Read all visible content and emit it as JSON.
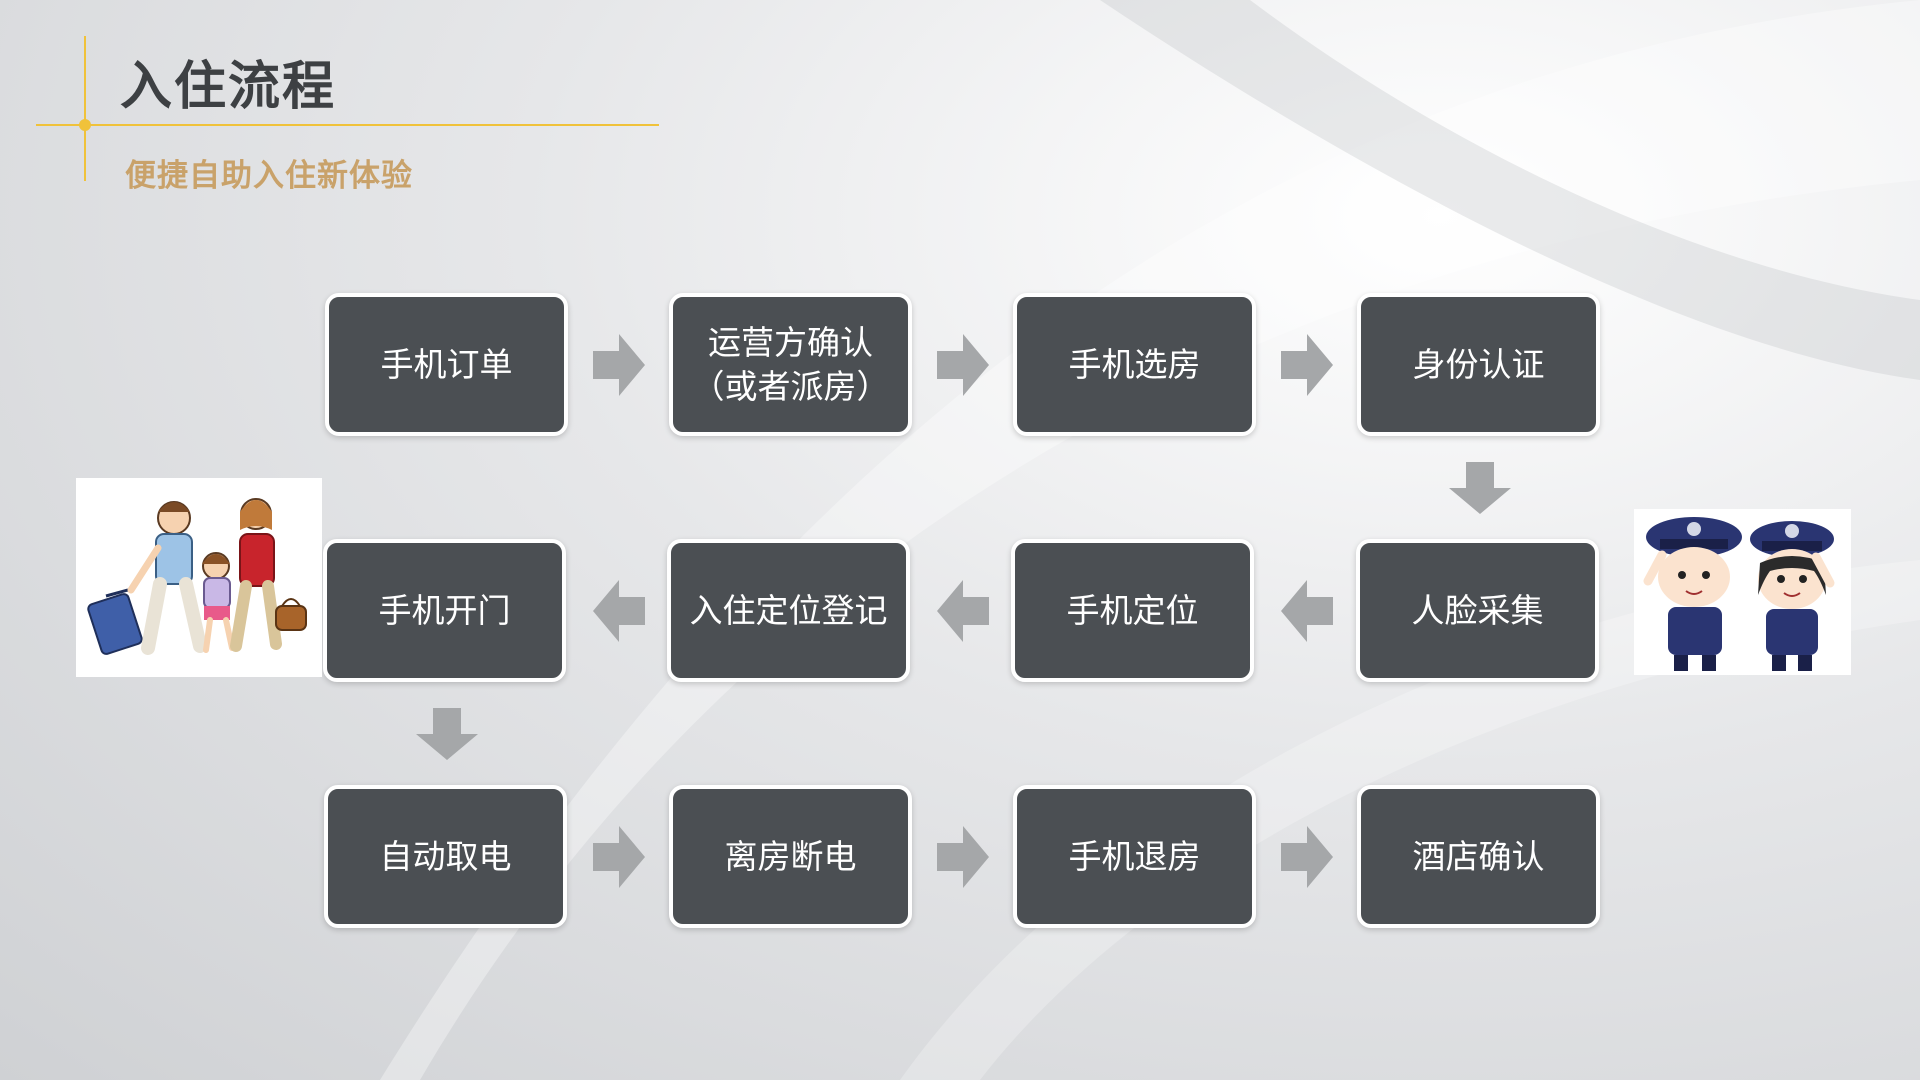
{
  "header": {
    "title": "入住流程",
    "subtitle": "便捷自助入住新体验"
  },
  "colors": {
    "accent_line": "#f0c23a",
    "subtitle": "#c9a26a",
    "box_fill": "#4b4f53",
    "arrow": "#a5a7a9"
  },
  "steps": [
    {
      "label": "手机订单"
    },
    {
      "label": "运营方确认\n（或者派房）"
    },
    {
      "label": "手机选房"
    },
    {
      "label": "身份认证"
    },
    {
      "label": "人脸采集"
    },
    {
      "label": "手机定位"
    },
    {
      "label": "入住定位登记"
    },
    {
      "label": "手机开门"
    },
    {
      "label": "自动取电"
    },
    {
      "label": "离房断电"
    },
    {
      "label": "手机退房"
    },
    {
      "label": "酒店确认"
    }
  ],
  "illustrations": {
    "left": "family-travelers-illustration",
    "right": "police-officers-saluting-illustration"
  }
}
